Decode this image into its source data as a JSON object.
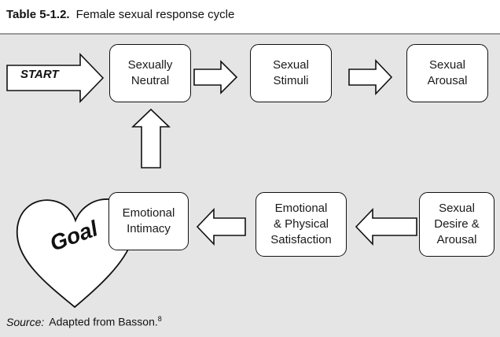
{
  "title": {
    "number": "Table 5-1.2.",
    "caption": "Female sexual response cycle"
  },
  "start_label": "START",
  "goal_label": "Goal",
  "nodes": {
    "neutral": "Sexually\nNeutral",
    "stimuli": "Sexual\nStimuli",
    "arousal": "Sexual\nArousal",
    "desire": "Sexual\nDesire &\nArousal",
    "satisfaction": "Emotional\n& Physical\nSatisfaction",
    "intimacy": "Emotional\nIntimacy"
  },
  "source": {
    "prefix": "Source:",
    "text": "Adapted from Basson.",
    "ref": "8"
  }
}
